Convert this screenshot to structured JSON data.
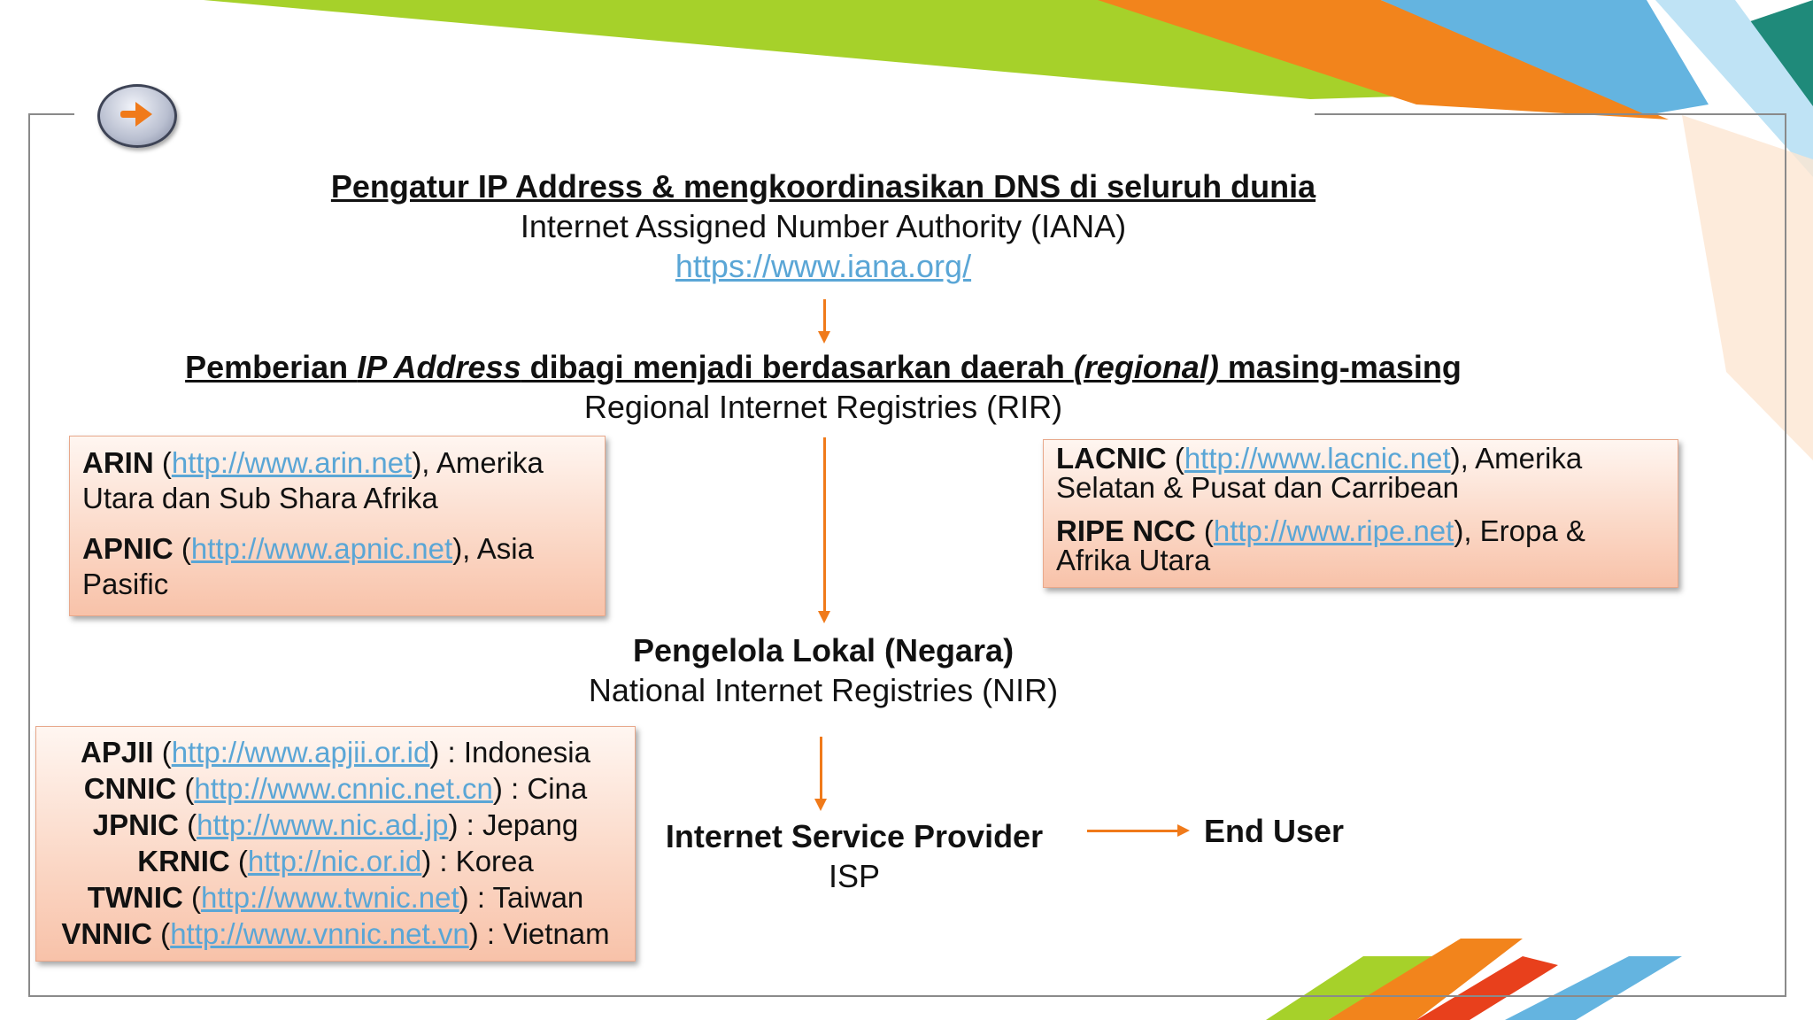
{
  "theme": {
    "accent_orange": "#f07a1a",
    "link_blue": "#5aa6d6",
    "box_fill": "#fbd9c8",
    "deco_green": "#a6d12a",
    "deco_blue": "#64b4e0",
    "deco_teal": "#1f8a7a"
  },
  "nav": {
    "icon": "arrow-right-icon"
  },
  "iana": {
    "title": "Pengatur IP Address & mengkoordinasikan DNS di seluruh dunia",
    "name": "Internet Assigned Number Authority (IANA)",
    "url": "https://www.iana.org/"
  },
  "rir": {
    "title_part1": "Pemberian ",
    "title_em1": "IP Address",
    "title_part2": " dibagi menjadi berdasarkan daerah ",
    "title_em2": "(regional)",
    "title_part3": " masing-masing",
    "name": "Regional Internet Registries (RIR)",
    "left_box": [
      {
        "org": "ARIN",
        "open": " (",
        "url": "http://www.arin.net",
        "desc": "), Amerika Utara dan Sub Shara Afrika"
      },
      {
        "org": "APNIC",
        "open": " (",
        "url": "http://www.apnic.net",
        "desc": "), Asia Pasific"
      }
    ],
    "right_box": [
      {
        "org": "LACNIC",
        "open": " (",
        "url": "http://www.lacnic.net",
        "desc": "), Amerika Selatan & Pusat dan Carribean"
      },
      {
        "org": "RIPE NCC",
        "open": " (",
        "url": "http://www.ripe.net",
        "desc": "), Eropa & Afrika Utara"
      }
    ]
  },
  "nir": {
    "title": "Pengelola Lokal (Negara)",
    "name": "National Internet Registries (NIR)",
    "list": [
      {
        "org": "APJII",
        "open": " (",
        "url": "http://www.apjii.or.id",
        "desc": ") : Indonesia"
      },
      {
        "org": "CNNIC",
        "open": " (",
        "url": "http://www.cnnic.net.cn",
        "desc": ") : Cina"
      },
      {
        "org": "JPNIC",
        "open": " (",
        "url": "http://www.nic.ad.jp",
        "desc": ") : Jepang"
      },
      {
        "org": "KRNIC",
        "open": " (",
        "url": "http://nic.or.id",
        "desc": ") : Korea"
      },
      {
        "org": "TWNIC",
        "open": " (",
        "url": "http://www.twnic.net",
        "desc": ") : Taiwan"
      },
      {
        "org": "VNNIC",
        "open": " (",
        "url": "http://www.vnnic.net.vn",
        "desc": ") : Vietnam"
      }
    ]
  },
  "isp": {
    "title": "Internet Service Provider",
    "name": "ISP"
  },
  "end_user": {
    "title": "End User"
  }
}
